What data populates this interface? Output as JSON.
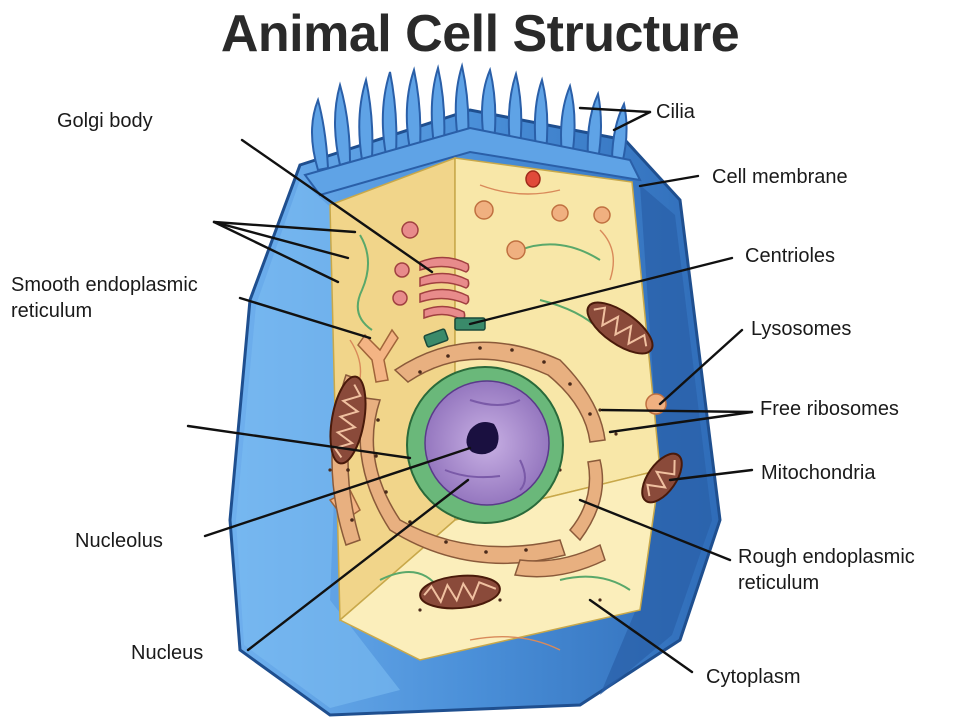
{
  "title": "Animal Cell Structure",
  "labels": {
    "golgi": "Golgi body",
    "ser_line1": "Smooth endoplasmic",
    "ser_line2": "reticulum",
    "nucleolus": "Nucleolus",
    "nucleus": "Nucleus",
    "cilia": "Cilia",
    "membrane": "Cell membrane",
    "centrioles": "Centrioles",
    "lysosomes": "Lysosomes",
    "ribosomes": "Free ribosomes",
    "mito": "Mitochondria",
    "rer_line1": "Rough endoplasmic",
    "rer_line2": "reticulum",
    "cytoplasm": "Cytoplasm"
  },
  "colors": {
    "membrane": "#4a8fd8",
    "membrane_dark": "#2f6cb8",
    "cytoplasm": "#f6e29a",
    "nucleus": "#9b7cc4",
    "nuclear_envelope": "#5aa86a",
    "mitochondria": "#8a4a3a",
    "organelle": "#e8a472"
  }
}
